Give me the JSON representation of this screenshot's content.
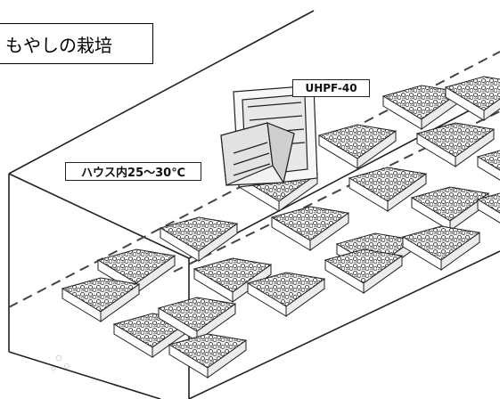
{
  "title": "もやしの栽培",
  "labels": {
    "unit_model": "UHPF-40",
    "house_temp": "ハウス内25～30℃"
  }
}
